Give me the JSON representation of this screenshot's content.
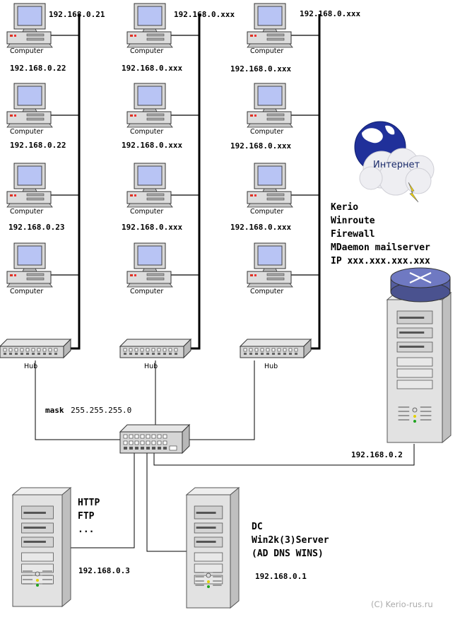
{
  "network": {
    "columns": [
      {
        "computers": [
          {
            "ip": "192.168.0.21",
            "label": "Computer"
          },
          {
            "ip": "192.168.0.22",
            "label": "Computer"
          },
          {
            "ip": "192.168.0.22",
            "label": "Computer"
          },
          {
            "ip": "192.168.0.23",
            "label": "Computer"
          }
        ],
        "hub_label": "Hub"
      },
      {
        "computers": [
          {
            "ip": "192.168.0.xxx",
            "label": "Computer"
          },
          {
            "ip": "192.168.0.xxx",
            "label": "Computer"
          },
          {
            "ip": "192.168.0.xxx",
            "label": "Computer"
          },
          {
            "ip": "192.168.0.xxx",
            "label": "Computer"
          }
        ],
        "hub_label": "Hub"
      },
      {
        "computers": [
          {
            "ip": "192.168.0.xxx",
            "label": "Computer"
          },
          {
            "ip": "192.168.0.xxx",
            "label": "Computer"
          },
          {
            "ip": "192.168.0.xxx",
            "label": "Computer"
          },
          {
            "ip": "192.168.0.xxx",
            "label": "Computer"
          }
        ],
        "hub_label": "Hub"
      }
    ],
    "mask": {
      "keyword": "mask",
      "value": "255.255.255.0"
    },
    "internet_label": "Интернет",
    "gateway": {
      "lines": [
        "Kerio",
        "Winroute",
        "Firewall",
        "MDaemon mailserver",
        "IP xxx.xxx.xxx.xxx"
      ],
      "ip": "192.168.0.2"
    },
    "web_server": {
      "lines": [
        "HTTP",
        "FTP",
        "..."
      ],
      "ip": "192.168.0.3"
    },
    "domain_controller": {
      "lines": [
        "DC",
        "Win2k(3)Server",
        "(AD DNS WINS)"
      ],
      "ip": "192.168.0.1"
    },
    "copyright": "(C) Kerio-rus.ru"
  }
}
